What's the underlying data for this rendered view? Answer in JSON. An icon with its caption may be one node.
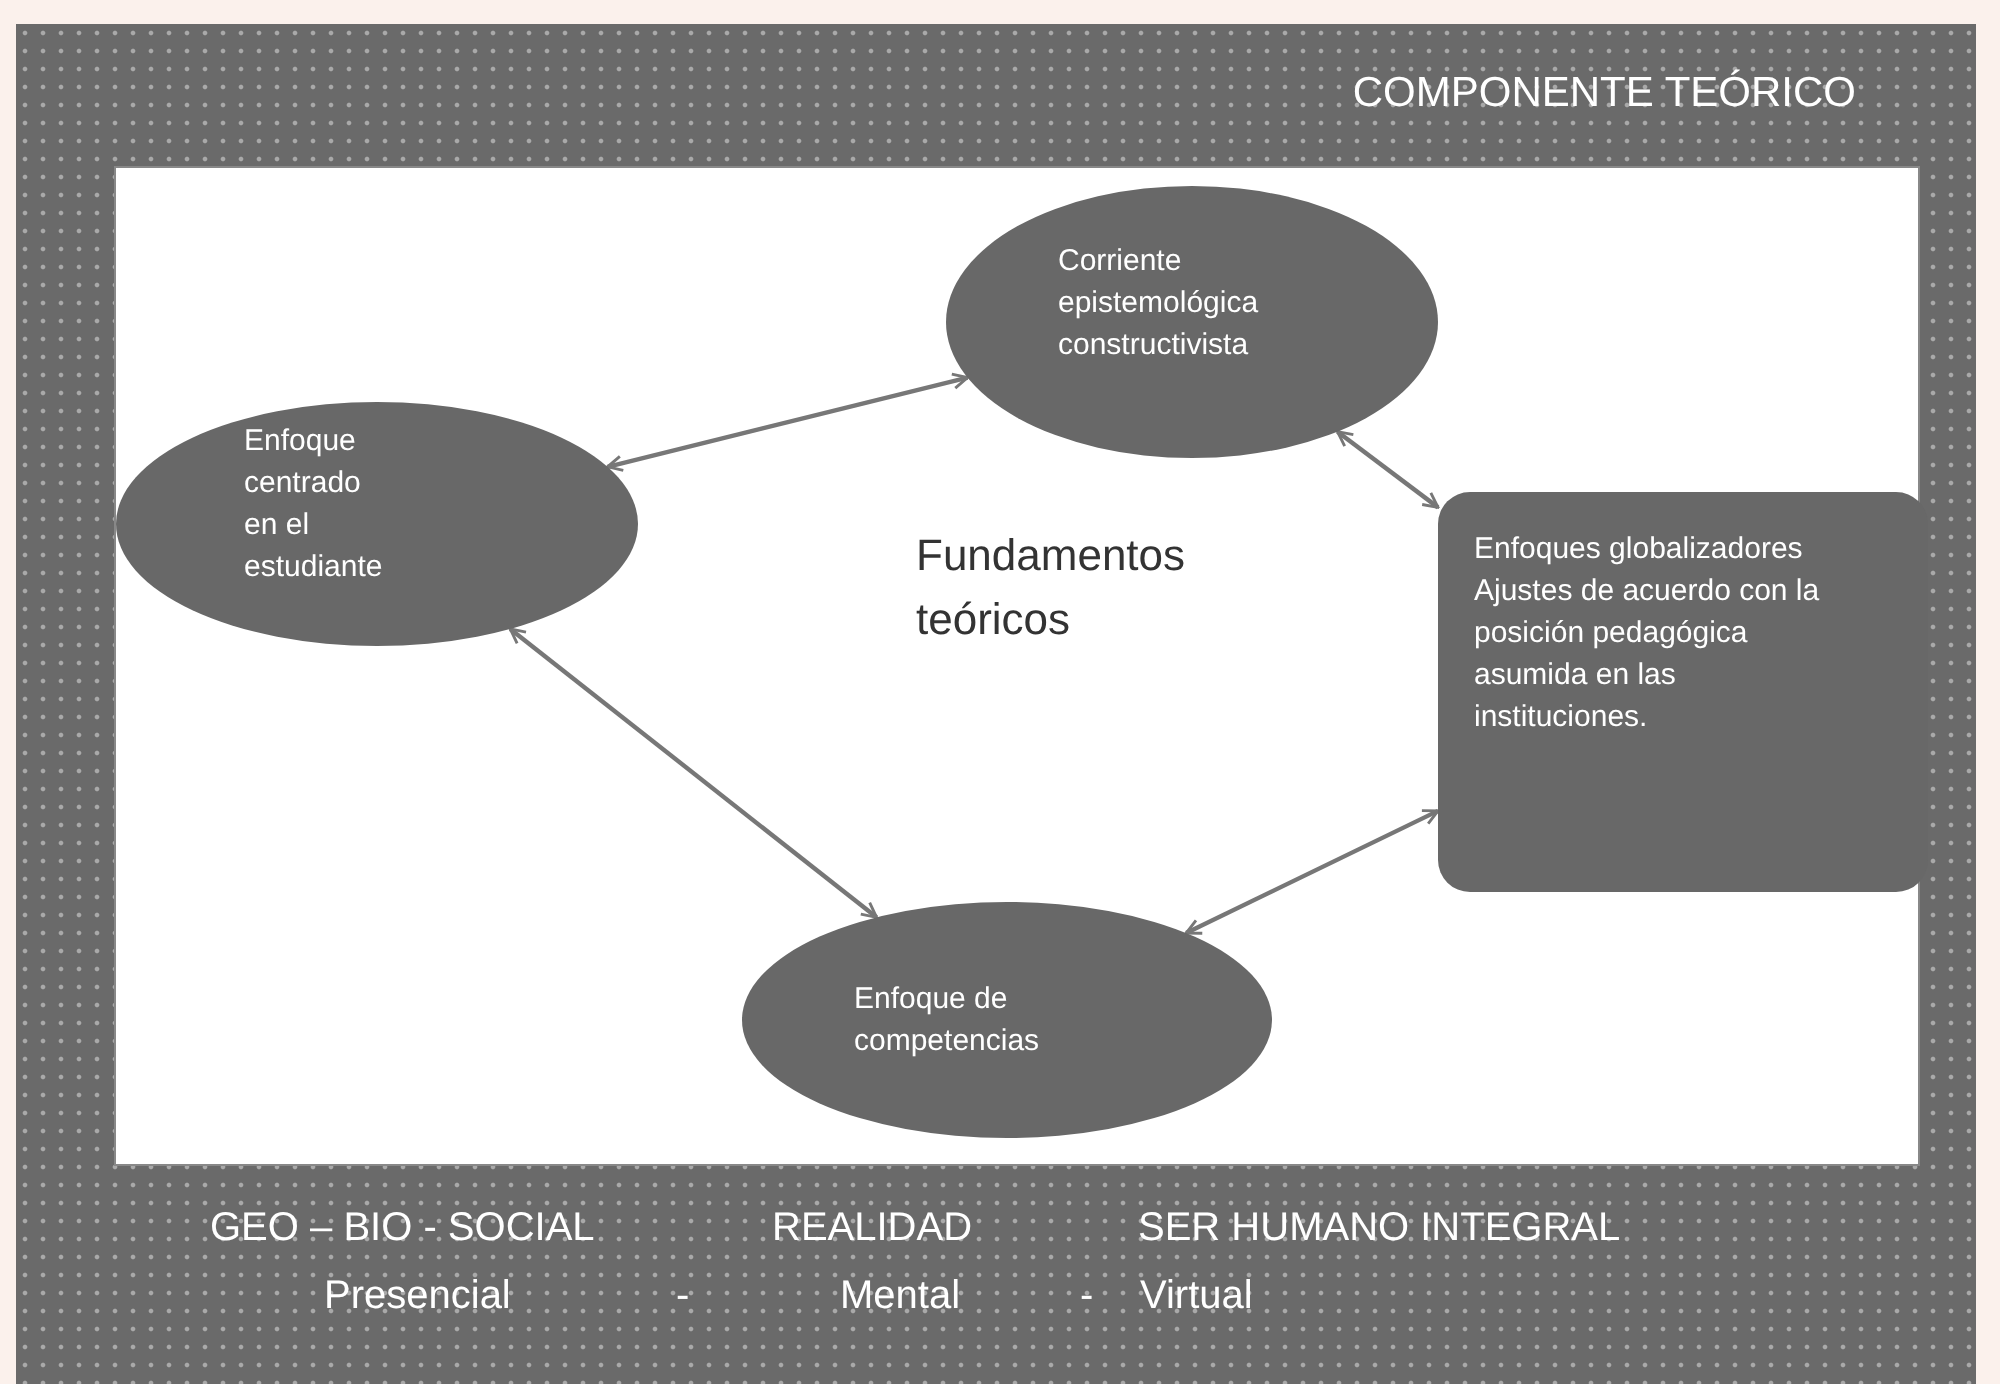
{
  "diagram": {
    "nodes": [
      {
        "text": [
          "COMPONENTE TEÓRICO"
        ]
      },
      {
        "text": [
          "Fundamentos teóricos"
        ],
        "in": 0
      },
      {
        "text": [
          "Corriente epistemológica constructivista"
        ],
        "in": 1
      },
      {
        "text": [
          "Enfoque centrado en el estudiante"
        ],
        "in": 1
      },
      {
        "text": [
          "Enfoques globalizadores",
          "Ajustes de acuerdo con la posición pedagógica asumida en las instituciones."
        ],
        "in": 1
      },
      {
        "text": [
          "Enfoque de competencias"
        ],
        "in": 1
      }
    ],
    "edges": [
      {
        "from": 2,
        "to": 3,
        "arrow": "both"
      },
      {
        "from": 2,
        "to": 4,
        "arrow": "both"
      },
      {
        "from": 3,
        "to": 5,
        "arrow": "both"
      },
      {
        "from": 5,
        "to": 4,
        "arrow": "both"
      }
    ],
    "labels": [
      "GEO – BIO - SOCIAL",
      "REALIDAD",
      "SER HUMANO INTEGRAL",
      "Presencial",
      "-",
      "Mental",
      "-",
      "Virtual"
    ]
  }
}
